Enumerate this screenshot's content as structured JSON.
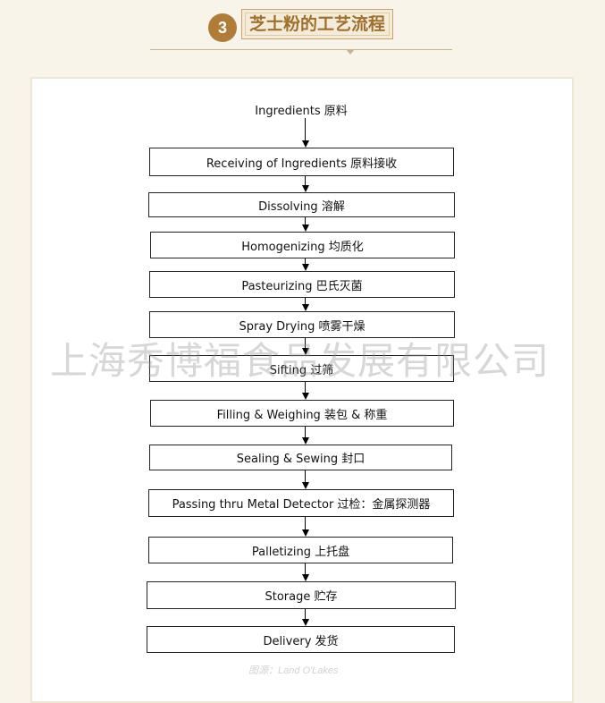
{
  "header": {
    "step_number": "3",
    "title": "芝士粉的工艺流程"
  },
  "flow": {
    "steps": [
      {
        "label": "Ingredients 原料"
      },
      {
        "label": "Receiving of Ingredients 原料接收"
      },
      {
        "label": "Dissolving 溶解"
      },
      {
        "label": "Homogenizing 均质化"
      },
      {
        "label": "Pasteurizing 巴氏灭菌"
      },
      {
        "label": "Spray Drying 喷雾干燥"
      },
      {
        "label": "Sifting 过筛"
      },
      {
        "label": "Filling & Weighing 装包 & 称重"
      },
      {
        "label": "Sealing & Sewing 封口"
      },
      {
        "label": "Passing thru Metal Detector 过检：金属探测器"
      },
      {
        "label": "Palletizing 上托盘"
      },
      {
        "label": "Storage 贮存"
      },
      {
        "label": "Delivery 发货"
      }
    ]
  },
  "watermark": "上海秀博福食品发展有限公司",
  "source": "图源：Land O'Lakes"
}
